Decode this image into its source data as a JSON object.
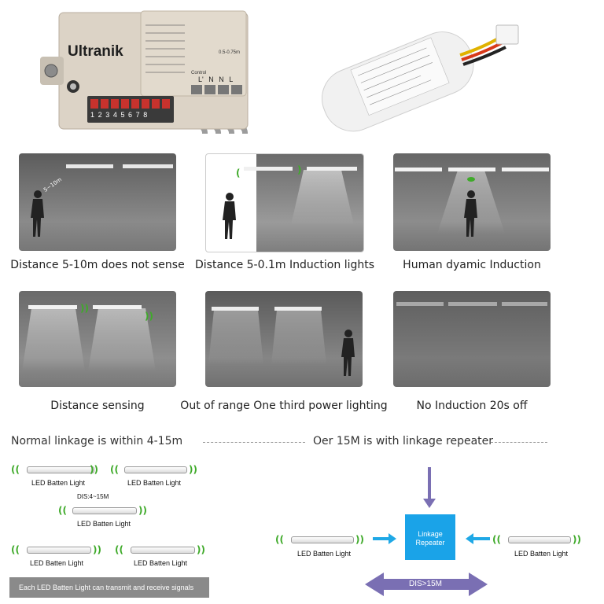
{
  "sensor": {
    "brand": "Ultranik",
    "dip_numbers": [
      "1",
      "2",
      "3",
      "4",
      "5",
      "6",
      "7",
      "8"
    ],
    "terminal_label": "Control",
    "terminals": [
      "L'",
      "N",
      "N",
      "L"
    ],
    "angle_label": "0.5-0.75m"
  },
  "panels": [
    {
      "caption": "Distance 5-10m does not sense",
      "distance_label": "5~10m"
    },
    {
      "caption": "Distance 5-0.1m Induction lights"
    },
    {
      "caption": "Human dyamic Induction"
    },
    {
      "caption": "Distance sensing"
    },
    {
      "caption": "Out of range One third power lighting"
    },
    {
      "caption": "No Induction 20s off"
    }
  ],
  "linkage": {
    "left_title": "Normal linkage is within 4-15m",
    "right_title": "Oer 15M is with linkage repeater",
    "light_label": "LED Batten Light",
    "dis_label": "DIS:4~15M",
    "note": "Each LED Batten Light can transmit and receive signals",
    "repeater_label": "Linkage Repeater",
    "dis_right_label": "DIS>15M"
  },
  "colors": {
    "green": "#3faa2a",
    "blue": "#1fa8e6",
    "purple": "#7a6fb3",
    "repeater": "#1aa3e8"
  }
}
